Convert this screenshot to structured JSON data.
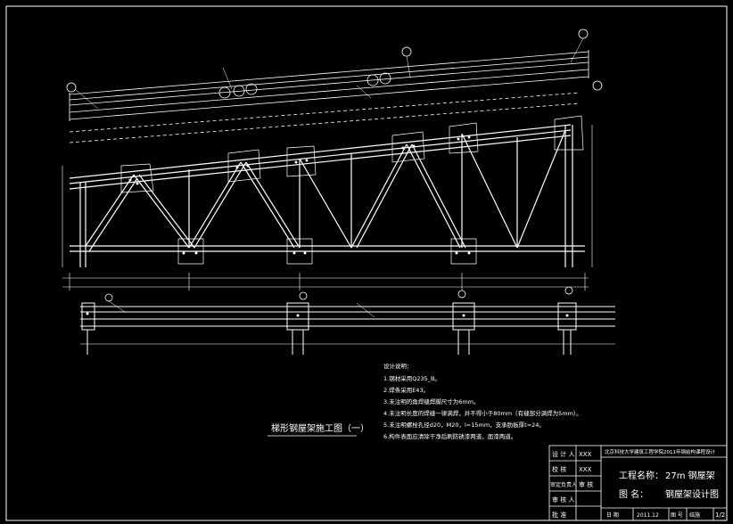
{
  "drawing": {
    "view_title": "梯形钢屋架施工图（一）",
    "notes_heading": "设计说明：",
    "notes": [
      "1.钢材采用Q235_B。",
      "2.焊条采用E43。",
      "3.未注明的角焊缝焊脚尺寸为6mm。",
      "4.未注明长度的焊缝一律满焊，并不得小于80mm（有缝部分满焊为5mm）。",
      "5.未注明螺栓孔径d20，M20，l=15mm，支承肋板厚t=24。",
      "6.构件表面应清除干净后刷防锈漆两道，面漆两道。"
    ]
  },
  "title_block": {
    "rows": [
      {
        "label": "设 计 人",
        "value": "XXX"
      },
      {
        "label": "校  核",
        "value": "XXX"
      },
      {
        "label": "审定负责人",
        "value": "审 核"
      },
      {
        "label": "审 核 人",
        "value": ""
      },
      {
        "label": "批  准",
        "value": ""
      }
    ],
    "school": "北京科技大学建筑工程学院2011年钢结构课程设计",
    "project_label": "工程名称：",
    "project_value": "27m 钢屋架",
    "drawing_label": "图    名：",
    "drawing_value": "钢屋架设计图",
    "footer": {
      "date_label": "日  期",
      "date_value": "2011.12",
      "no_label": "图  号",
      "no_value": "结施",
      "sheet_value": "1/2"
    }
  }
}
